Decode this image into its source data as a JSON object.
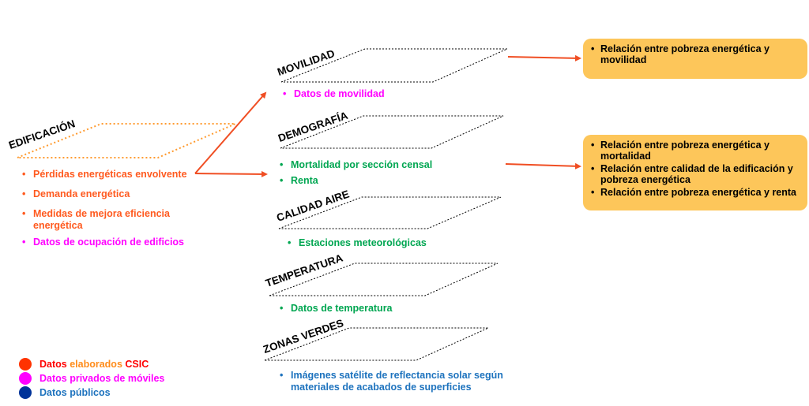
{
  "colors": {
    "orange": "#ff5a1f",
    "magenta": "#ff00ff",
    "green": "#00a651",
    "blue": "#1e73be",
    "dark_blue": "#003399",
    "box_fill": "#fdc65a",
    "arrow": "#f04e23"
  },
  "edificacion": {
    "title": "EDIFICACIÓN",
    "items": [
      "Pérdidas energéticas envolvente",
      "Demanda energética",
      "Medidas de mejora eficiencia energética",
      "Datos de ocupación de edificios"
    ]
  },
  "layers": [
    {
      "title": "MOVILIDAD",
      "items": [
        "Datos de movilidad"
      ]
    },
    {
      "title": "DEMOGRAFÍA",
      "items": [
        "Mortalidad por sección censal",
        "Renta"
      ]
    },
    {
      "title": "CALIDAD AIRE",
      "items": [
        "Estaciones meteorológicas"
      ]
    },
    {
      "title": "TEMPERATURA",
      "items": [
        "Datos de temperatura"
      ]
    },
    {
      "title": "ZONAS VERDES",
      "items": [
        "Imágenes satélite de reflectancia solar según materiales de acabados de superficies"
      ]
    }
  ],
  "results": [
    {
      "items": [
        "Relación entre pobreza energética y movilidad"
      ]
    },
    {
      "items": [
        "Relación entre pobreza energética y mortalidad",
        "Relación entre calidad de la edificación y pobreza energética",
        "Relación entre pobreza energética y renta"
      ]
    }
  ],
  "legend": {
    "csic": {
      "part1": "Datos ",
      "part2": "elaborados ",
      "part3": "CSIC"
    },
    "moviles": "Datos privados de móviles",
    "publicos": "Datos públicos"
  }
}
